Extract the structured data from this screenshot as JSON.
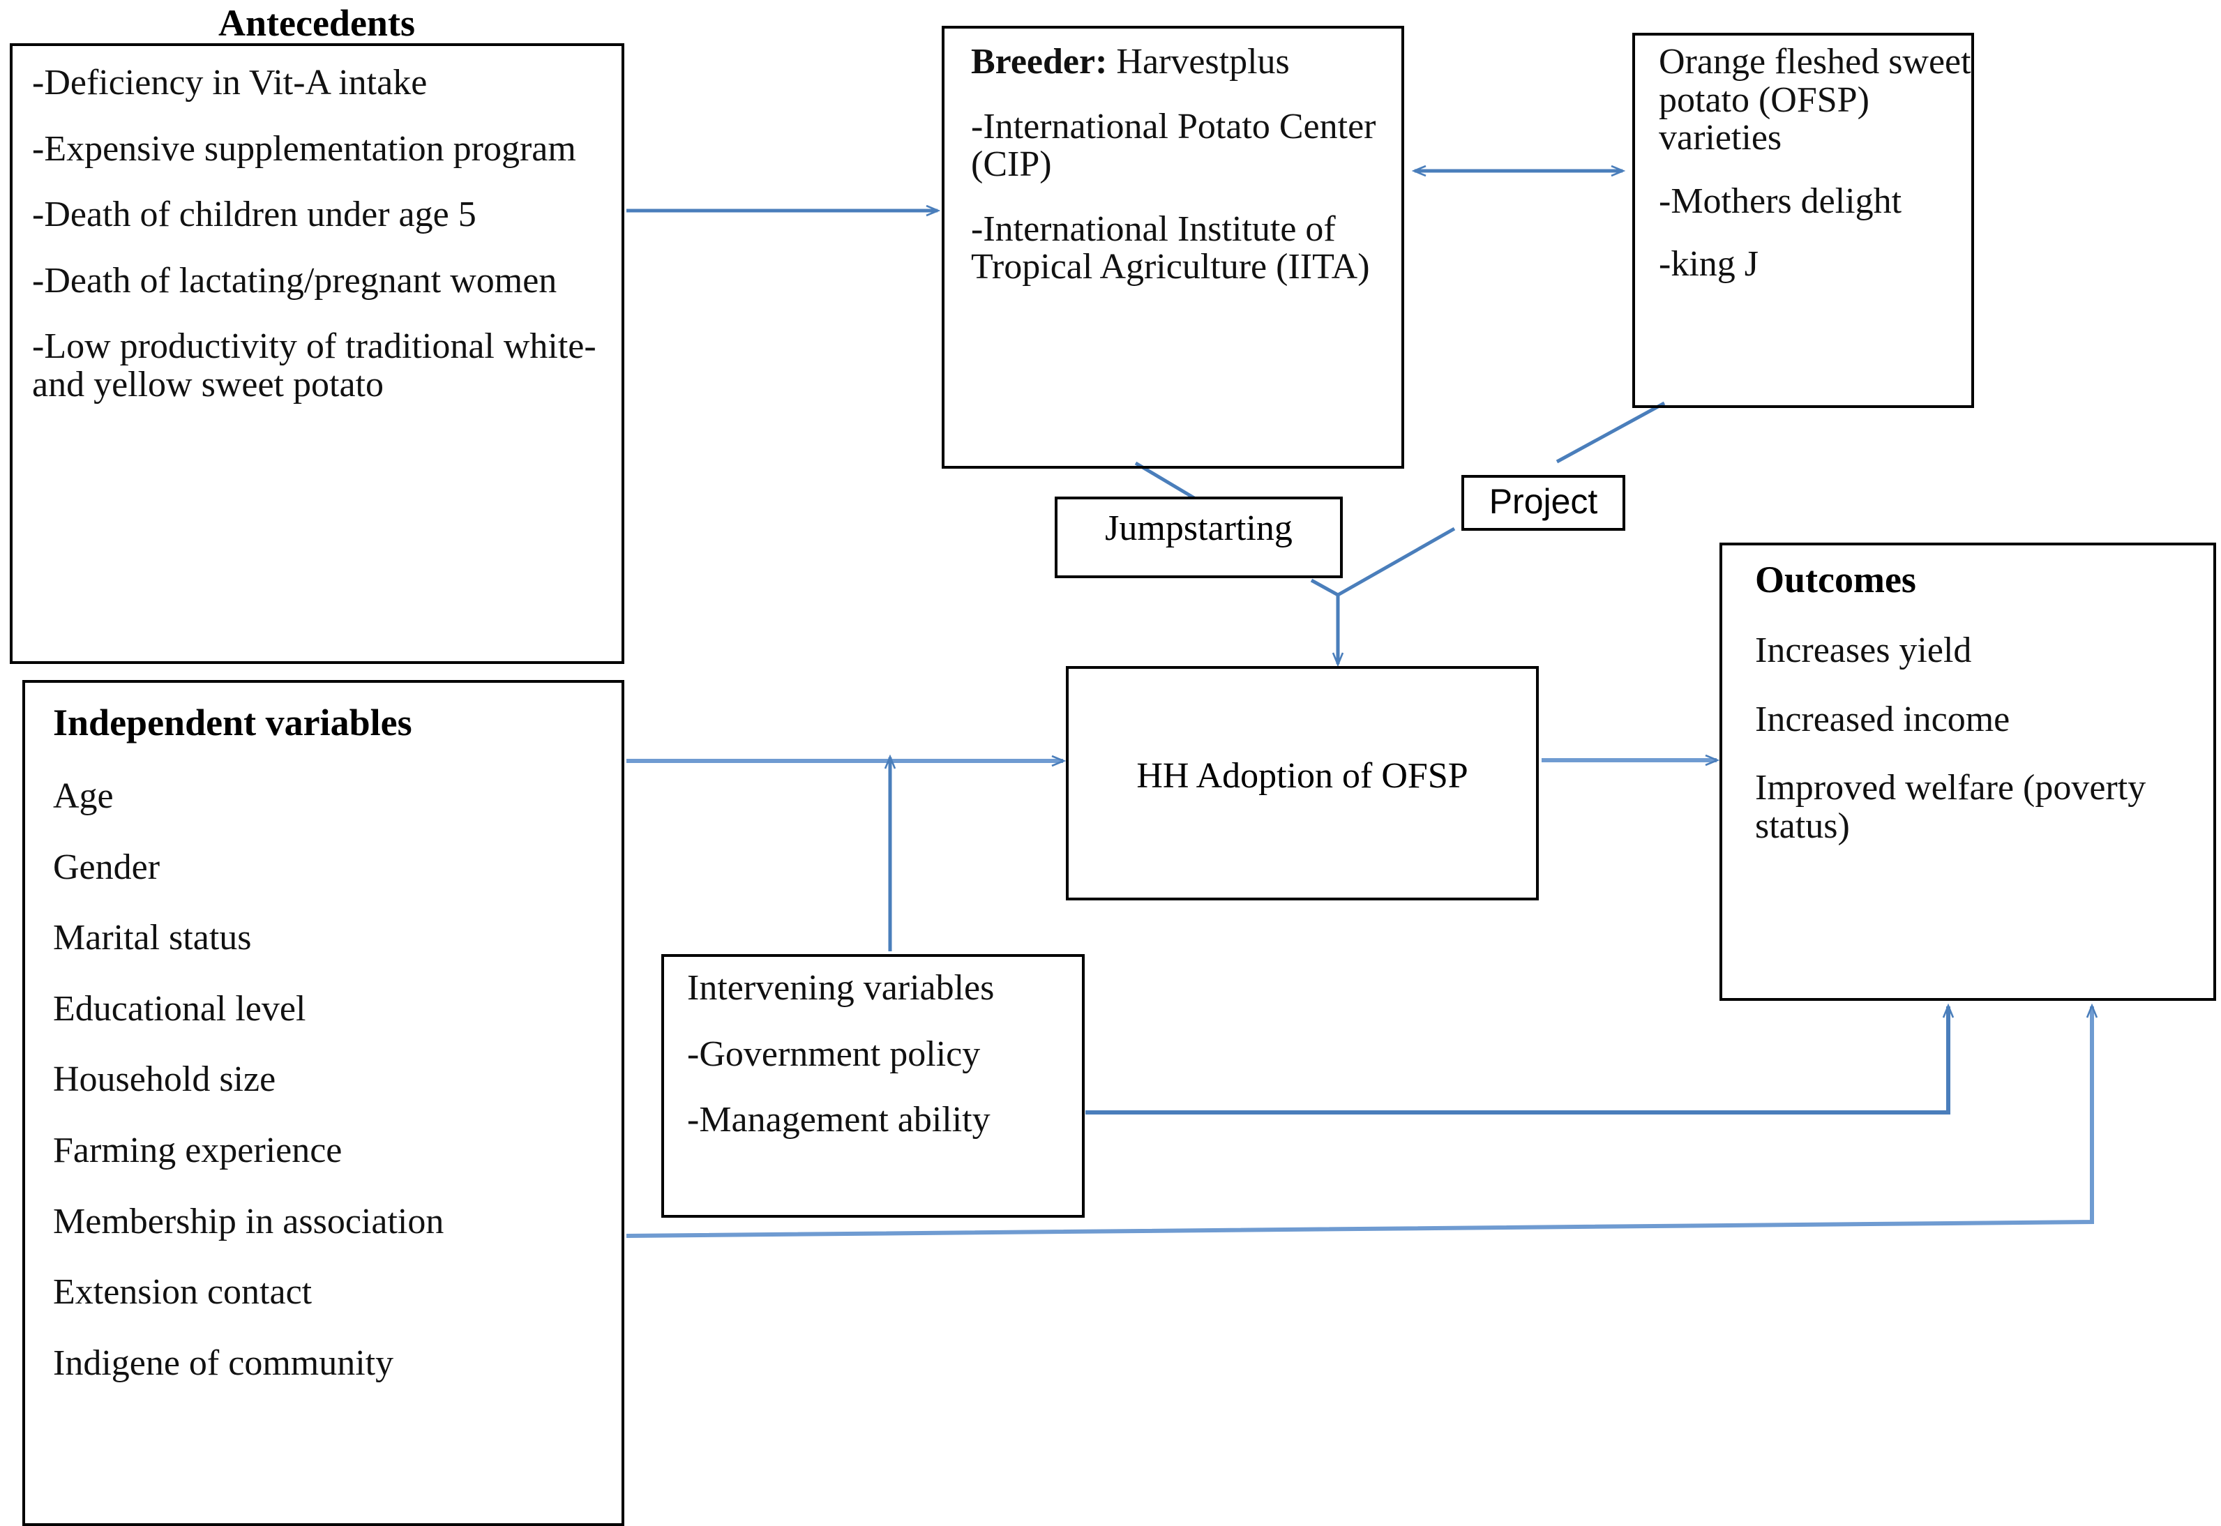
{
  "diagram": {
    "title_antecedents": "Antecedents",
    "accent_color": "#4a7ebb",
    "border_color": "#000000",
    "background": "#ffffff"
  },
  "antecedents": {
    "title": "Antecedents",
    "items": [
      "-Deficiency in Vit-A intake",
      "-Expensive supplementation program",
      "-Death of children under age 5",
      "-Death of lactating/pregnant women",
      "-Low productivity of traditional white-and yellow sweet potato"
    ]
  },
  "independent_variables": {
    "title": "Independent variables",
    "items": [
      "Age",
      "Gender",
      "Marital status",
      "Educational level",
      "Household size",
      "Farming experience",
      "Membership in association",
      "Extension contact",
      "Indigene of community"
    ]
  },
  "breeder": {
    "label_bold": "Breeder:",
    "label_rest": " Harvestplus",
    "items": [
      "-International Potato Center (CIP)",
      "-International Institute of Tropical Agriculture (IITA)"
    ]
  },
  "ofsp": {
    "heading": "Orange fleshed sweet potato (OFSP) varieties",
    "items": [
      "-Mothers delight",
      "-king J"
    ]
  },
  "jumpstarting": {
    "label": "Jumpstarting"
  },
  "project": {
    "label": "Project"
  },
  "hh_adoption": {
    "label": "HH Adoption of OFSP"
  },
  "outcomes": {
    "title": "Outcomes",
    "items": [
      "Increases yield",
      "Increased income",
      "Improved welfare (poverty status)"
    ]
  },
  "intervening_variables": {
    "title": "Intervening variables",
    "items": [
      "-Government policy",
      "-Management ability"
    ]
  },
  "connectors": [
    {
      "name": "antecedents-to-breeder",
      "type": "arrow-right"
    },
    {
      "name": "breeder-to-ofsp",
      "type": "double-arrow"
    },
    {
      "name": "breeder-to-jumpstarting",
      "type": "line"
    },
    {
      "name": "ofsp-to-project",
      "type": "line"
    },
    {
      "name": "jumpstarting-project-to-hh-adoption",
      "type": "arrow-down"
    },
    {
      "name": "independent-to-hh-adoption",
      "type": "arrow-right"
    },
    {
      "name": "intervening-to-hh-adoption",
      "type": "arrow-up"
    },
    {
      "name": "hh-adoption-to-outcomes",
      "type": "arrow-right"
    },
    {
      "name": "intervening-to-outcomes",
      "type": "arrow-up"
    },
    {
      "name": "independent-to-outcomes",
      "type": "arrow-up"
    }
  ]
}
